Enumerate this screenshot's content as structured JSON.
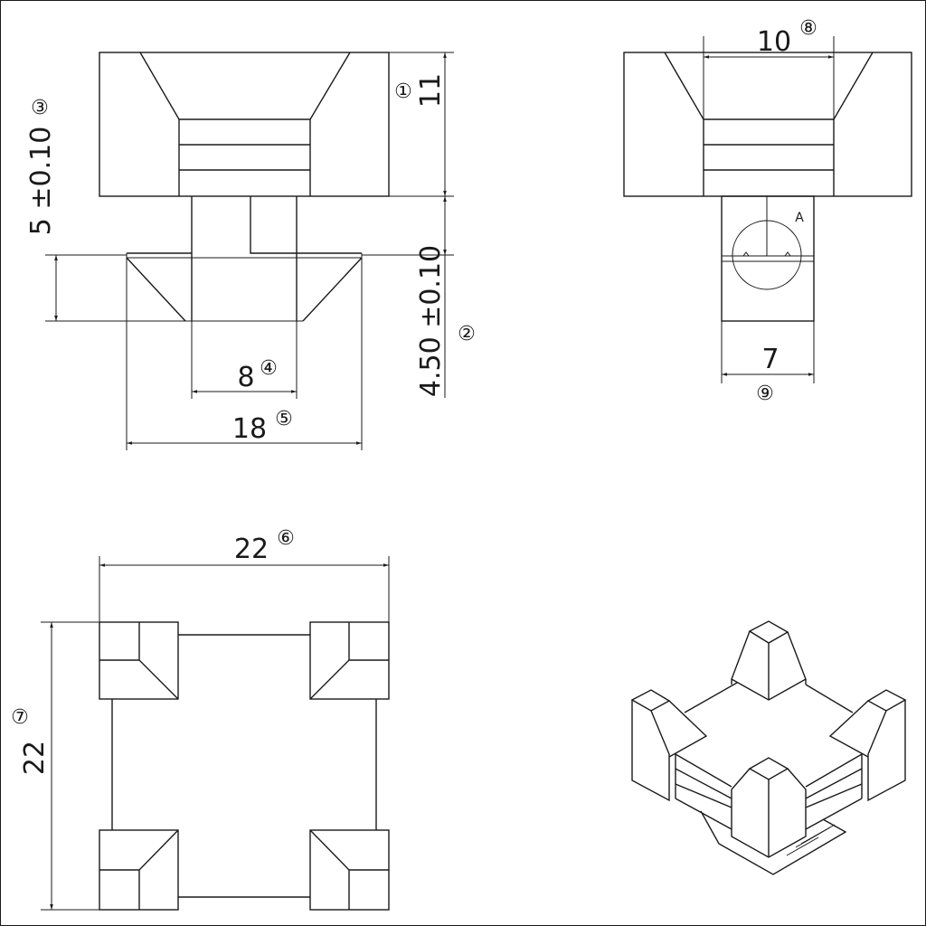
{
  "front_view": {
    "height_top": {
      "value": "11",
      "ref": "①"
    },
    "height_stem": {
      "value": "4.50 ±0.10",
      "ref": "②"
    },
    "flange_height": {
      "value": "5 ±0.10",
      "ref": "③"
    },
    "stem_width": {
      "value": "8",
      "ref": "④"
    },
    "flange_width": {
      "value": "18",
      "ref": "⑤"
    }
  },
  "side_view": {
    "slot_width": {
      "value": "10",
      "ref": "⑧"
    },
    "stem_width": {
      "value": "7",
      "ref": "⑨"
    },
    "detail_label": "A"
  },
  "plan_view": {
    "width": {
      "value": "22",
      "ref": "⑥"
    },
    "depth": {
      "value": "22",
      "ref": "⑦"
    }
  }
}
